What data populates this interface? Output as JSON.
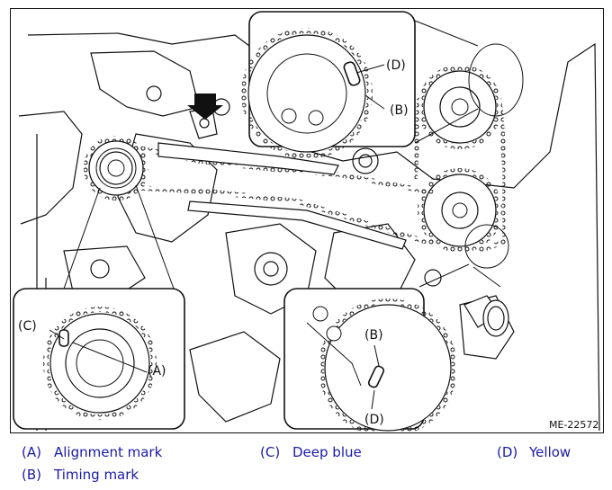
{
  "figure": {
    "id_label": "ME-22572",
    "callouts": {
      "top_d": "(D)",
      "top_b": "(B)",
      "left_c": "(C)",
      "left_a": "(A)",
      "right_b": "(B)",
      "right_d": "(D)"
    }
  },
  "legend": {
    "items": [
      {
        "key": "(A)",
        "label": "Alignment mark"
      },
      {
        "key": "(B)",
        "label": "Timing mark"
      },
      {
        "key": "(C)",
        "label": "Deep blue"
      },
      {
        "key": "(D)",
        "label": "Yellow"
      }
    ]
  },
  "colors": {
    "legend_text": "#1a1aa8",
    "line_art": "#111111"
  }
}
